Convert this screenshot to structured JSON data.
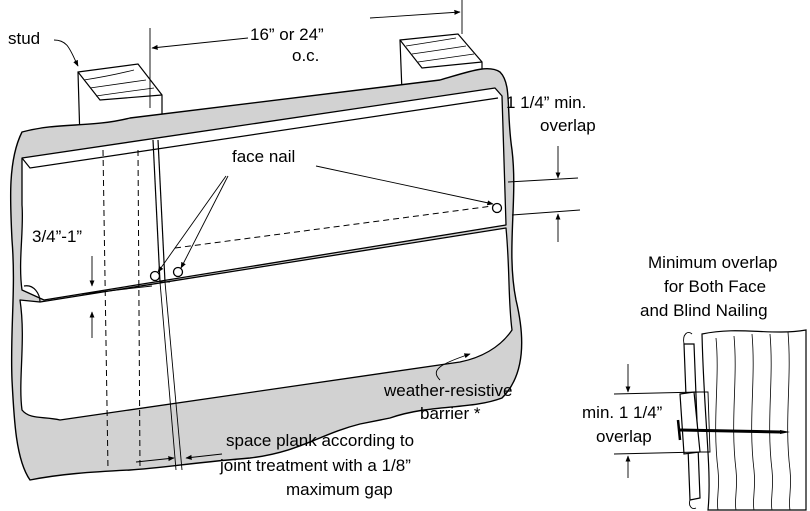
{
  "labels": {
    "stud": "stud",
    "spacing_line1": "16” or 24”",
    "spacing_line2": "o.c.",
    "overlap_line1": "1 1/4” min.",
    "overlap_line2": "overlap",
    "face_nail": "face nail",
    "edge_distance": "3/4”-1”",
    "barrier_line1": "weather-resistive",
    "barrier_line2": "barrier *",
    "gap_line1": "space plank according to",
    "gap_line2": "joint treatment with a 1/8”",
    "gap_line3": "maximum gap"
  },
  "inset": {
    "title_line1": "Minimum overlap",
    "title_line2": "for Both Face",
    "title_line3": "and Blind Nailing",
    "overlap_line1": "min. 1 1/4”",
    "overlap_line2": "overlap"
  }
}
